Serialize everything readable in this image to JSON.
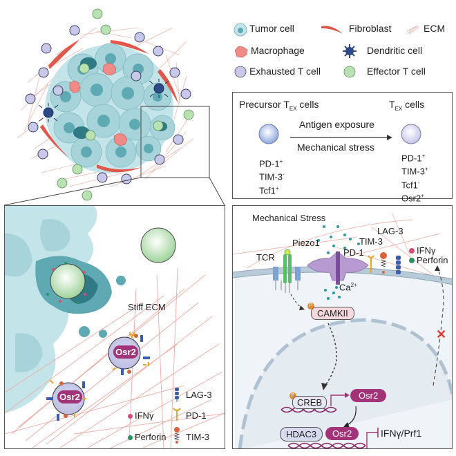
{
  "legend": {
    "items": [
      {
        "icon": "tumor-cell-icon",
        "label": "Tumor cell"
      },
      {
        "icon": "fibroblast-icon",
        "label": "Fibroblast"
      },
      {
        "icon": "ecm-icon",
        "label": "ECM"
      },
      {
        "icon": "macrophage-icon",
        "label": "Macrophage"
      },
      {
        "icon": "dendritic-cell-icon",
        "label": "Dendritic cell"
      },
      {
        "icon": "exhausted-t-cell-icon",
        "label": "Exhausted T cell"
      },
      {
        "icon": "effector-t-cell-icon",
        "label": "Effector T cell"
      }
    ]
  },
  "transition_panel": {
    "left_title": "Precursor T",
    "left_title_sub": "EX",
    "left_title_suffix": " cells",
    "right_title": "T",
    "right_title_sub": "EX",
    "right_title_suffix": " cells",
    "arrow_top_label": "Antigen exposure",
    "arrow_bottom_label": "Mechanical stress",
    "left_markers": [
      {
        "name": "PD-1",
        "sign": "+"
      },
      {
        "name": "TIM-3",
        "sign": "-"
      },
      {
        "name": "Tcf1",
        "sign": "+"
      }
    ],
    "right_markers": [
      {
        "name": "PD-1",
        "sign": "+"
      },
      {
        "name": "TIM-3",
        "sign": "+"
      },
      {
        "name": "Tcf1",
        "sign": "-"
      },
      {
        "name": "Osr2",
        "sign": "+"
      }
    ]
  },
  "zoom_panel": {
    "stiff_ecm_label": "Stiff ECM",
    "cell_labels": [
      "Osr2",
      "Osr2"
    ],
    "legend": [
      {
        "icon": "ifng-dot-icon",
        "label": "IFNγ"
      },
      {
        "icon": "perforin-dot-icon",
        "label": "Perforin"
      },
      {
        "icon": "lag3-receptor-icon",
        "label": "LAG-3"
      },
      {
        "icon": "pd1-receptor-icon",
        "label": "PD-1"
      },
      {
        "icon": "tim3-receptor-icon",
        "label": "TIM-3"
      }
    ]
  },
  "mechanism_panel": {
    "mechanical_stress_label": "Mechanical Stress",
    "piezo1_label": "Piezo1",
    "tcr_label": "TCR",
    "pd1_label": "PD-1",
    "tim3_label": "TIM-3",
    "lag3_label": "LAG-3",
    "ifng_label": "IFNγ",
    "perforin_label": "Perforin",
    "calcium_label": "Ca",
    "calcium_sup": "2+",
    "camkii_label": "CAMKII",
    "phospho_label": "P",
    "creb_label": "CREB",
    "osr2_label": "Osr2",
    "hdac3_label": "HDAC3",
    "osr2_bound_label": "Osr2",
    "target_label": "IFNγ/Prf1",
    "blocked_marker": "✕"
  },
  "colors": {
    "tumor": "#a9d6dc",
    "tumor_dark": "#3f8f98",
    "fibroblast": "#e0574b",
    "ecm": "#f1b7ae",
    "macrophage": "#f08a86",
    "dendritic": "#2e4a86",
    "exhausted": "#c8c9ea",
    "effector": "#b8e2b2",
    "osr2": "#a33378",
    "piezo": "#9a6fb2",
    "membrane": "#b9cad8",
    "ifng": "#d64c7d",
    "perforin": "#2b9166",
    "block": "#e03a2f"
  }
}
